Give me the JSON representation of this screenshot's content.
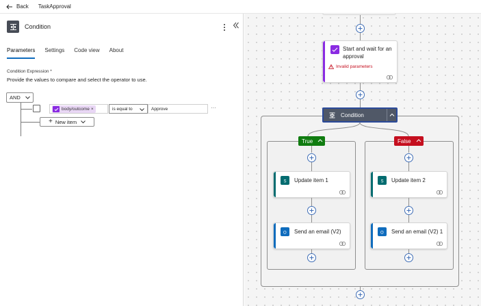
{
  "topbar": {
    "back_label": "Back",
    "app_title": "TaskApproval"
  },
  "panel": {
    "title": "Condition",
    "tabs": [
      "Parameters",
      "Settings",
      "Code view",
      "About"
    ],
    "active_tab": 0,
    "condition_expression_label": "Condition Expression *",
    "condition_help": "Provide the values to compare and select the operator to use.",
    "group_operator": "AND",
    "row": {
      "token": "body/outcome",
      "token_remove": "×",
      "operator": "is equal to",
      "value": "Approve",
      "more": "···"
    },
    "new_item_label": "New item"
  },
  "canvas": {
    "approval_card": {
      "title_line1": "Start and wait for an",
      "title_line2": "approval",
      "error": "Invalid parameters"
    },
    "condition_header": "Condition",
    "branches": {
      "true": {
        "label": "True",
        "color": "#107c10",
        "actions": [
          "Update item 1",
          "Send an email (V2)"
        ]
      },
      "false": {
        "label": "False",
        "color": "#c50f1f",
        "actions": [
          "Update item 2",
          "Send an email (V2) 1"
        ]
      }
    }
  },
  "colors": {
    "accent": "#0f6cbd",
    "approval": "#8a2be2",
    "sharepoint": "#036c70",
    "outlook": "#0f6cbd",
    "error": "#c50f1f"
  }
}
